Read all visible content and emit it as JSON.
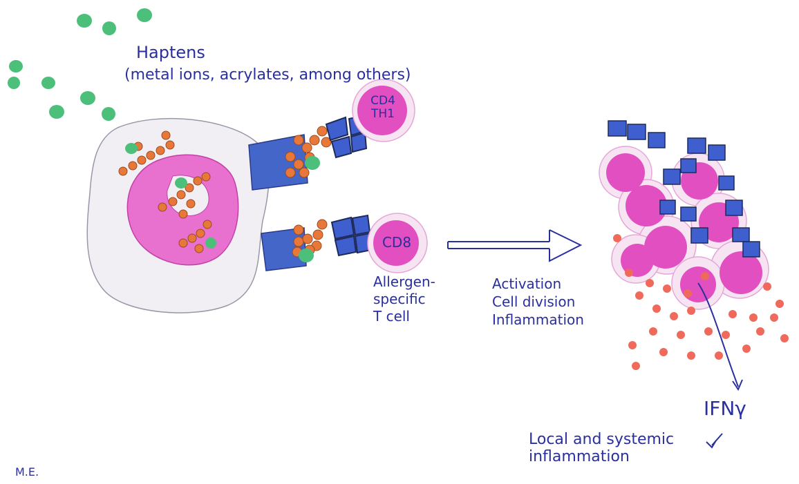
{
  "labels": {
    "haptens_title": "Haptens",
    "haptens_examples": "(metal ions, acrylates, among others)",
    "cd4_line1": "CD4",
    "cd4_line2": "TH1",
    "cd8": "CD8",
    "tcell": [
      "Allergen-",
      "specific",
      "T cell"
    ],
    "process": [
      "Activation",
      "Cell division",
      "Inflammation"
    ],
    "ifn": "IFNγ",
    "outcome": [
      "Local and systemic",
      "inflammation"
    ],
    "signature": "M.E."
  },
  "colors": {
    "hapten_green": "#4cbf7a",
    "peptide_orange": "#e8773a",
    "nucleus_pink": "#e04fc0",
    "cell_pink_light": "#f3c6ea",
    "receptor_blue": "#3f5fcf",
    "ink": "#2a2f9e",
    "cytokine_red": "#ef6a5a",
    "apc_body": "#f1eff4"
  }
}
